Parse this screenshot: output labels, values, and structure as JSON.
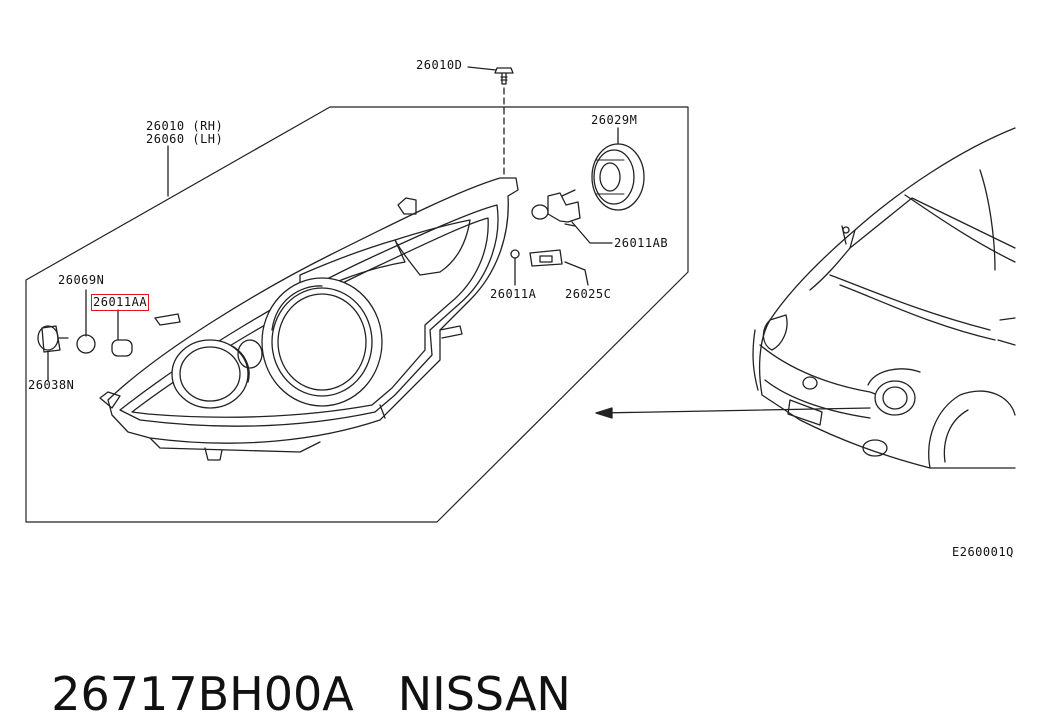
{
  "parts": {
    "screw_26010D": "26010D",
    "headlamp_rh": "26010 (RH)",
    "headlamp_lh": "26060 (LH)",
    "socket_26029M": "26029M",
    "bulb_26011AB": "26011AB",
    "bulb_26011A": "26011A",
    "socket_26025C": "26025C",
    "seal_26069N": "26069N",
    "bulb_26011AA": "26011AA",
    "socket_26038N": "26038N"
  },
  "highlight_color": "#e0141c",
  "diagram_code": "E260001Q",
  "caption": {
    "part_number": "26717BH00A",
    "brand": "NISSAN"
  }
}
